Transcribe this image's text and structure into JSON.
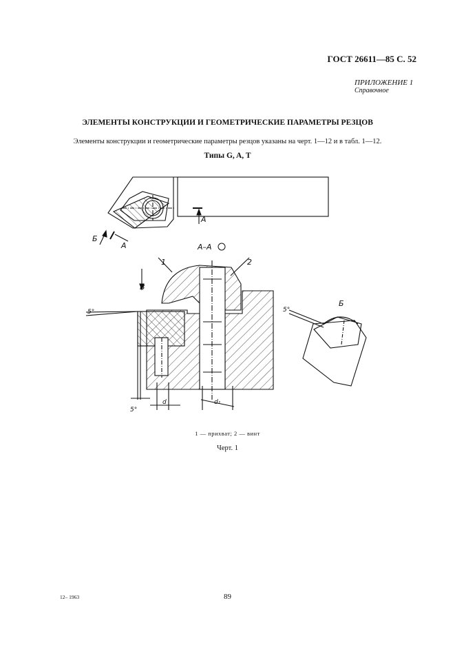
{
  "header": {
    "standard": "ГОСТ 26611—85 С. 52"
  },
  "appendix": {
    "label": "ПРИЛОЖЕНИЕ 1",
    "type": "Справочное"
  },
  "section": {
    "title": "ЭЛЕМЕНТЫ КОНСТРУКЦИИ И ГЕОМЕТРИЧЕСКИЕ ПАРАМЕТРЫ РЕЗЦОВ",
    "intro": "Элементы конструкции и геометрические параметры резцов указаны на черт. 1—12 и в табл. 1—12.",
    "subtitle": "Типы G, A, T"
  },
  "drawing": {
    "labels": {
      "view_b": "Б",
      "arrow_a": "A",
      "section_mark": "A",
      "section_title": "A–A",
      "part1": "1",
      "part2": "2",
      "view_v": "В",
      "angle1": "5°",
      "angle2": "5°",
      "angle3": "5°",
      "view_b_title": "Б",
      "dim_d": "d",
      "dim_d1": "d₁"
    },
    "legend": "1 — прихват; 2 — винт",
    "caption": "Черт. 1"
  },
  "footer": {
    "code": "12– 1963",
    "page": "89"
  }
}
